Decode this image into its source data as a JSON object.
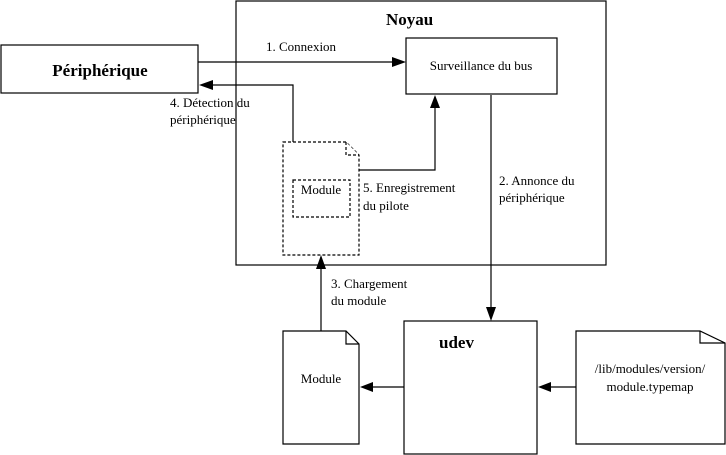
{
  "diagram": {
    "colors": {
      "stroke": "#000000",
      "background": "#ffffff"
    },
    "nodes": {
      "peripherique": {
        "label": "Périphérique"
      },
      "noyau": {
        "label": "Noyau"
      },
      "surveillance": {
        "label": "Surveillance du bus"
      },
      "module_kernel": {
        "label": "Module"
      },
      "udev": {
        "label": "udev"
      },
      "module_file": {
        "label": "Module"
      },
      "typemap": {
        "line1": "/lib/modules/version/",
        "line2": "module.typemap"
      }
    },
    "edges": {
      "connexion": {
        "label": "1. Connexion"
      },
      "annonce": {
        "line1": "2. Annonce du",
        "line2": "périphérique"
      },
      "chargement": {
        "line1": "3. Chargement",
        "line2": "du module"
      },
      "detection": {
        "line1": "4. Détection du",
        "line2": "périphérique"
      },
      "enregistrement": {
        "line1": "5. Enregistrement",
        "line2": "du pilote"
      }
    }
  }
}
